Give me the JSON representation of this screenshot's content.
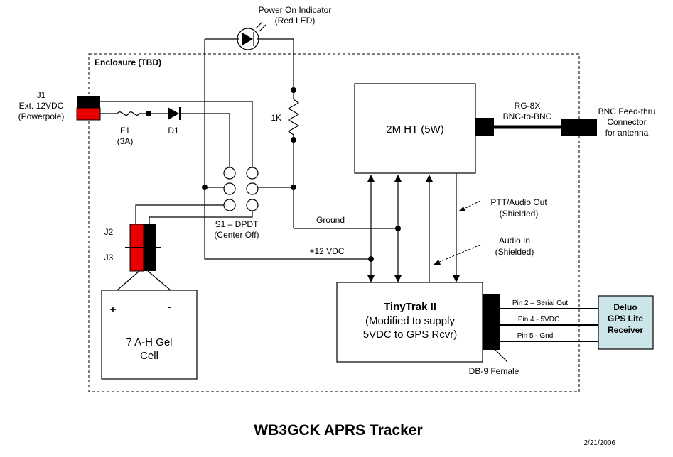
{
  "title": "WB3GCK APRS Tracker",
  "date": "2/21/2006",
  "enclosure": "Enclosure (TBD)",
  "led": {
    "line1": "Power On Indicator",
    "line2": "(Red LED)"
  },
  "j1": {
    "line1": "J1",
    "line2": "Ext. 12VDC",
    "line3": "(Powerpole)"
  },
  "fuse": {
    "line1": "F1",
    "line2": "(3A)"
  },
  "diode": "D1",
  "resistor": "1K",
  "switch": {
    "line1": "S1 – DPDT",
    "line2": "(Center Off)"
  },
  "ground_label": "Ground",
  "v12_label": "+12 VDC",
  "j2": "J2",
  "j3": "J3",
  "battery": {
    "plus": "+",
    "minus": "-",
    "line1": "7 A-H Gel",
    "line2": "Cell"
  },
  "ht": "2M HT (5W)",
  "coax": {
    "line1": "RG-8X",
    "line2": "BNC-to-BNC"
  },
  "bnc": {
    "line1": "BNC Feed-thru",
    "line2": "Connector",
    "line3": "for antenna"
  },
  "ptt": {
    "line1": "PTT/Audio Out",
    "line2": "(Shielded)"
  },
  "audio_in": {
    "line1": "Audio In",
    "line2": "(Shielded)"
  },
  "tinytrak": {
    "name": "TinyTrak II",
    "line1": "(Modified to supply",
    "line2": "5VDC to GPS Rcvr)"
  },
  "db9": "DB-9 Female",
  "pins": [
    "Pin 2 – Serial Out",
    "Pin 4 - 5VDC",
    "Pin 5 - Gnd"
  ],
  "gps": {
    "line1": "Deluo",
    "line2": "GPS Lite",
    "line3": "Receiver"
  },
  "colors": {
    "connector_red": "#e60000",
    "gps_fill": "#cce5e9"
  }
}
